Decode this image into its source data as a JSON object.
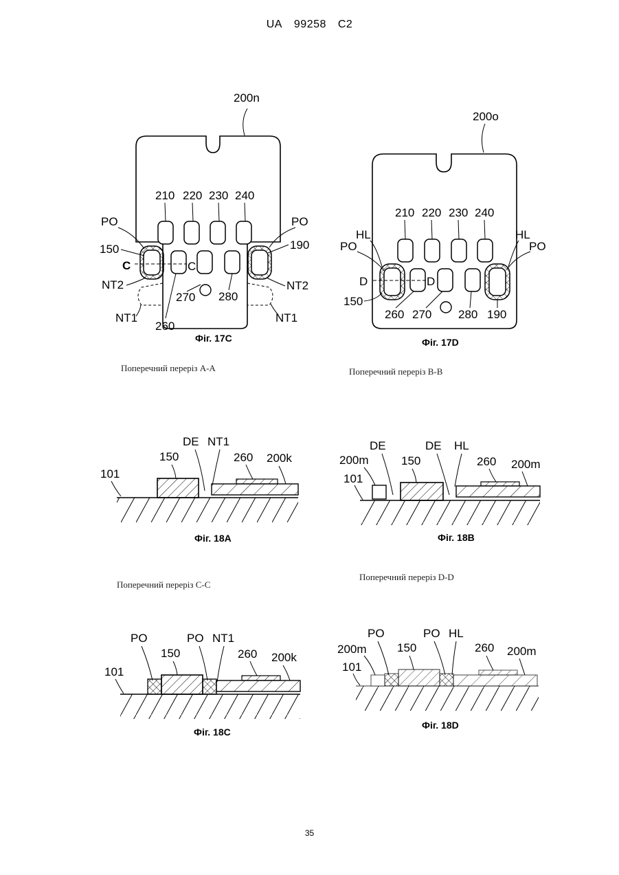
{
  "header": {
    "country": "UA",
    "number": "99258",
    "kind": "C2"
  },
  "page_number": "35",
  "captions": {
    "aa": "Поперечний переріз А-А",
    "bb": "Поперечний переріз В-В",
    "cc": "Поперечний переріз С-С",
    "dd": "Поперечний переріз D-D"
  },
  "fig17c": {
    "caption": "Фіг. 17С",
    "ref_main": "200n",
    "r210": "210",
    "r220": "220",
    "r230": "230",
    "r240": "240",
    "po_left": "PO",
    "po_right": "PO",
    "r150": "150",
    "r190": "190",
    "c_left": "C",
    "c_right": "C",
    "nt2_left": "NT2",
    "nt2_right": "NT2",
    "r270": "270",
    "r280": "280",
    "nt1_left": "NT1",
    "nt1_right": "NT1",
    "r260": "260"
  },
  "fig17d": {
    "caption": "Фіг. 17D",
    "ref_main": "200o",
    "r210": "210",
    "r220": "220",
    "r230": "230",
    "r240": "240",
    "hl_left": "HL",
    "hl_right": "HL",
    "po_left": "PO",
    "po_right": "PO",
    "d_left": "D",
    "d_right": "D",
    "r150": "150",
    "r260": "260",
    "r270": "270",
    "r280": "280",
    "r190": "190"
  },
  "fig18a": {
    "caption": "Фіг. 18А",
    "r101": "101",
    "r150": "150",
    "de": "DE",
    "nt1": "NT1",
    "r260": "260",
    "r200k": "200k"
  },
  "fig18b": {
    "caption": "Фіг. 18В",
    "r200m_left": "200m",
    "r101": "101",
    "de_left": "DE",
    "r150": "150",
    "de_right": "DE",
    "hl": "HL",
    "r260": "260",
    "r200m_right": "200m"
  },
  "fig18c": {
    "caption": "Фіг. 18С",
    "r101": "101",
    "po_left": "PO",
    "r150": "150",
    "po_right": "PO",
    "nt1": "NT1",
    "r260": "260",
    "r200k": "200k"
  },
  "fig18d": {
    "caption": "Фіг. 18D",
    "r200m_left": "200m",
    "r101": "101",
    "po_left": "PO",
    "r150": "150",
    "po_right": "PO",
    "hl": "HL",
    "r260": "260",
    "r200m_right": "200m"
  }
}
